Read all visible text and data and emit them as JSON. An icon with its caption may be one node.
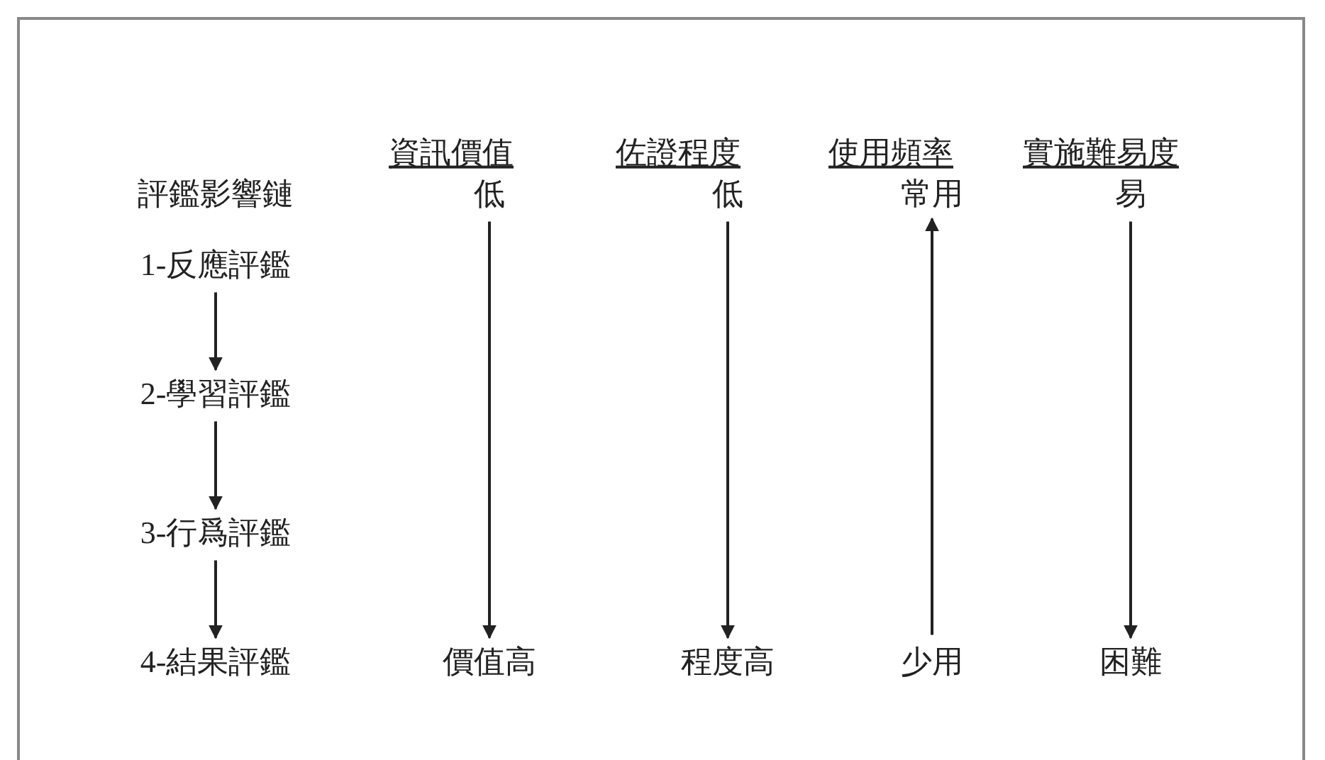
{
  "diagram": {
    "nodes": [
      {
        "text": [
          "1-反應評鑑"
        ]
      },
      {
        "text": [
          "2-學習評鑑"
        ]
      },
      {
        "text": [
          "3-行爲評鑑"
        ]
      },
      {
        "text": [
          "4-結果評鑑"
        ]
      },
      {
        "text": [
          "低"
        ]
      },
      {
        "text": [
          "低"
        ]
      },
      {
        "text": [
          "常用"
        ]
      },
      {
        "text": [
          "易"
        ]
      },
      {
        "text": [
          "價值高"
        ]
      },
      {
        "text": [
          "程度高"
        ]
      },
      {
        "text": [
          "少用"
        ]
      },
      {
        "text": [
          "困難"
        ]
      }
    ],
    "edges": [
      {
        "from": 0,
        "to": 1,
        "arrow": "to"
      },
      {
        "from": 1,
        "to": 2,
        "arrow": "to"
      },
      {
        "from": 2,
        "to": 3,
        "arrow": "to"
      },
      {
        "from": 4,
        "to": 8,
        "arrow": "to"
      },
      {
        "from": 5,
        "to": 9,
        "arrow": "to"
      },
      {
        "from": 10,
        "to": 6,
        "arrow": "to"
      },
      {
        "from": 7,
        "to": 11,
        "arrow": "to"
      }
    ],
    "labels": [
      "評鑑影響鏈",
      "資訊價值",
      "佐證程度",
      "使用頻率",
      "實施難易度"
    ]
  }
}
